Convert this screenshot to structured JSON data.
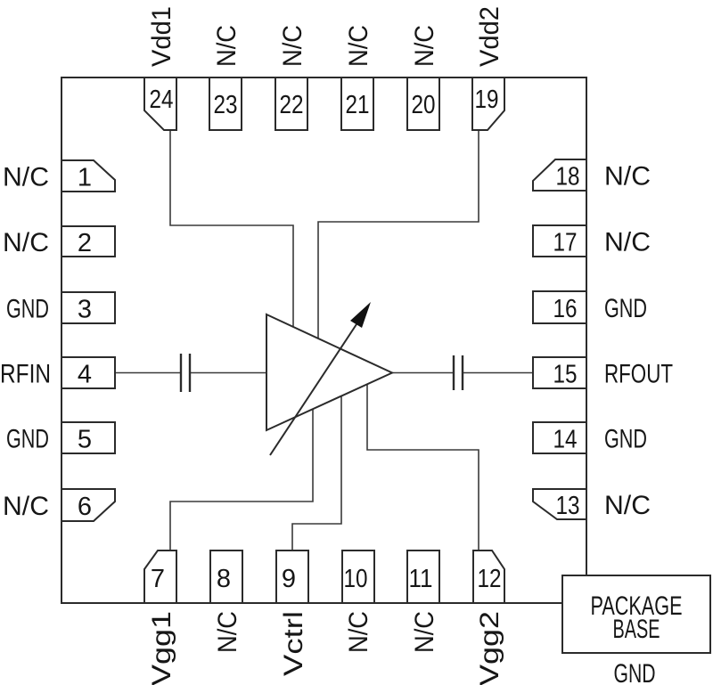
{
  "diagram": {
    "type": "ic-pinout",
    "description": "24-pin QFN package pinout with variable-gain amplifier symbol, DC-blocking capacitors on RF input and output, and exposed package base",
    "colors": {
      "background": "#ffffff",
      "line": "#2b2b2b",
      "text": "#161616"
    }
  },
  "pins": [
    {
      "number": "1",
      "label": "N/C",
      "side": "left"
    },
    {
      "number": "2",
      "label": "N/C",
      "side": "left"
    },
    {
      "number": "3",
      "label": "GND",
      "side": "left"
    },
    {
      "number": "4",
      "label": "RFIN",
      "side": "left"
    },
    {
      "number": "5",
      "label": "GND",
      "side": "left"
    },
    {
      "number": "6",
      "label": "N/C",
      "side": "left"
    },
    {
      "number": "7",
      "label": "Vgg1",
      "side": "bottom"
    },
    {
      "number": "8",
      "label": "N/C",
      "side": "bottom"
    },
    {
      "number": "9",
      "label": "Vctrl",
      "side": "bottom"
    },
    {
      "number": "10",
      "label": "N/C",
      "side": "bottom"
    },
    {
      "number": "11",
      "label": "N/C",
      "side": "bottom"
    },
    {
      "number": "12",
      "label": "Vgg2",
      "side": "bottom"
    },
    {
      "number": "13",
      "label": "N/C",
      "side": "right"
    },
    {
      "number": "14",
      "label": "GND",
      "side": "right"
    },
    {
      "number": "15",
      "label": "RFOUT",
      "side": "right"
    },
    {
      "number": "16",
      "label": "GND",
      "side": "right"
    },
    {
      "number": "17",
      "label": "N/C",
      "side": "right"
    },
    {
      "number": "18",
      "label": "N/C",
      "side": "right"
    },
    {
      "number": "19",
      "label": "Vdd2",
      "side": "top"
    },
    {
      "number": "20",
      "label": "N/C",
      "side": "top"
    },
    {
      "number": "21",
      "label": "N/C",
      "side": "top"
    },
    {
      "number": "22",
      "label": "N/C",
      "side": "top"
    },
    {
      "number": "23",
      "label": "N/C",
      "side": "top"
    },
    {
      "number": "24",
      "label": "Vdd1",
      "side": "top"
    }
  ],
  "package_base": {
    "line1": "PACKAGE",
    "line2": "BASE",
    "ground": "GND"
  }
}
